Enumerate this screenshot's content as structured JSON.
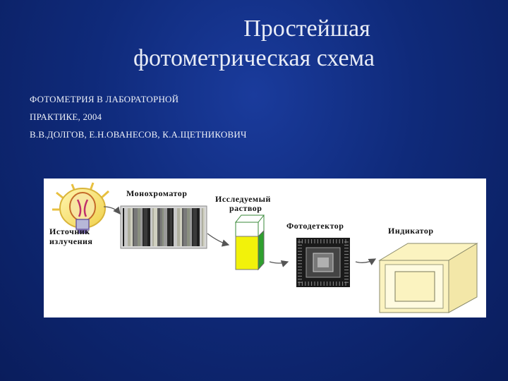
{
  "slide": {
    "title_line1": "Простейшая",
    "title_line2": "фотометрическая схема",
    "ref_line1": "ФОТОМЕТРИЯ В ЛАБОРАТОРНОЙ",
    "ref_line2": "ПРАКТИКЕ, 2004",
    "ref_line3": "В.В.ДОЛГОВ, Е.Н.ОВАНЕСОВ, К.А.ЩЕТНИКОВИЧ"
  },
  "diagram": {
    "source_label_1": "Источник",
    "source_label_2": "излучения",
    "monochromator_label": "Монохроматор",
    "solution_label_1": "Исследуемый",
    "solution_label_2": "раствор",
    "photodetector_label": "Фотодетектор",
    "indicator_label": "Индикатор"
  },
  "colors": {
    "background": "#0f2a7a",
    "cuvette_liquid": "#f2f20a",
    "cuvette_side": "#2fa02f",
    "indicator_body": "#fbf3c0"
  },
  "icons": [
    "lightbulb-icon",
    "arrow-icon",
    "chip-icon",
    "monitor-icon"
  ]
}
